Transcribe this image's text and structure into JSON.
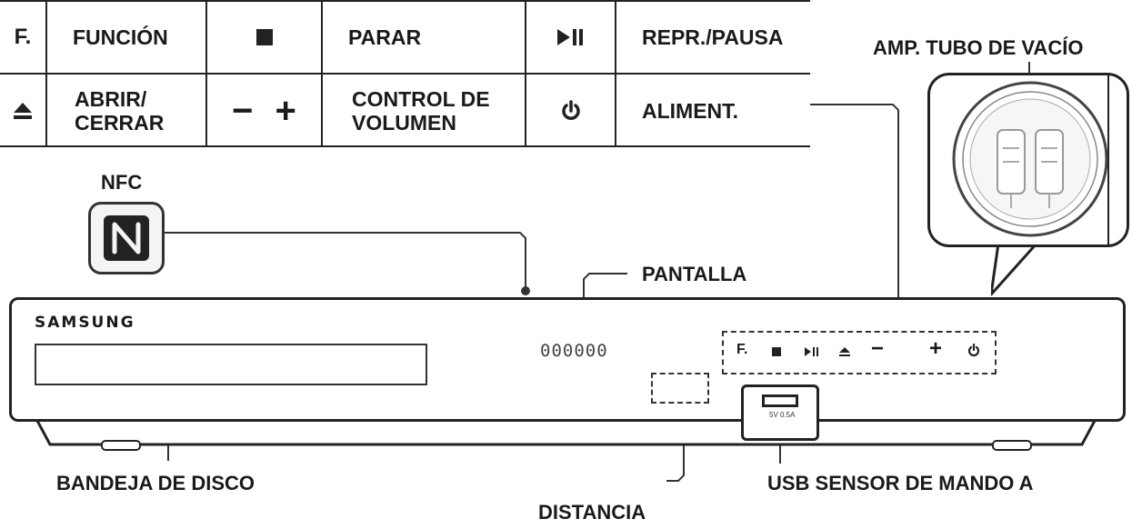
{
  "legend": {
    "row1": [
      {
        "symbol": "F.",
        "label": "FUNCIÓN"
      },
      {
        "symbol": "stop-icon",
        "label": "PARAR"
      },
      {
        "symbol": "play-pause-icon",
        "label": "REPR./PAUSA"
      }
    ],
    "row2": [
      {
        "symbol": "eject-icon",
        "label_line1": "ABRIR/",
        "label_line2": "CERRAR"
      },
      {
        "symbol_minus": "−",
        "symbol_plus": "+",
        "label_line1": "CONTROL DE",
        "label_line2": "VOLUMEN"
      },
      {
        "symbol": "power-icon",
        "label": "ALIMENT."
      }
    ],
    "f_glyph": "F.",
    "minus_glyph": "−",
    "plus_glyph": "+"
  },
  "callouts": {
    "nfc": "NFC",
    "pantalla": "PANTALLA",
    "amp": "AMP. TUBO DE VACÍO",
    "bandeja": "BANDEJA DE DISCO",
    "distancia": "DISTANCIA",
    "usb_sensor": "USB SENSOR DE MANDO A"
  },
  "device": {
    "brand": "SAMSUNG",
    "display_text": "000000",
    "usb_caption": "5V 0.5A",
    "panel_buttons": [
      "F.",
      "stop-icon",
      "play-pause-icon",
      "eject-icon",
      "−",
      "+",
      "power-icon"
    ],
    "panel_f": "F.",
    "panel_minus": "−",
    "panel_plus": "+"
  }
}
